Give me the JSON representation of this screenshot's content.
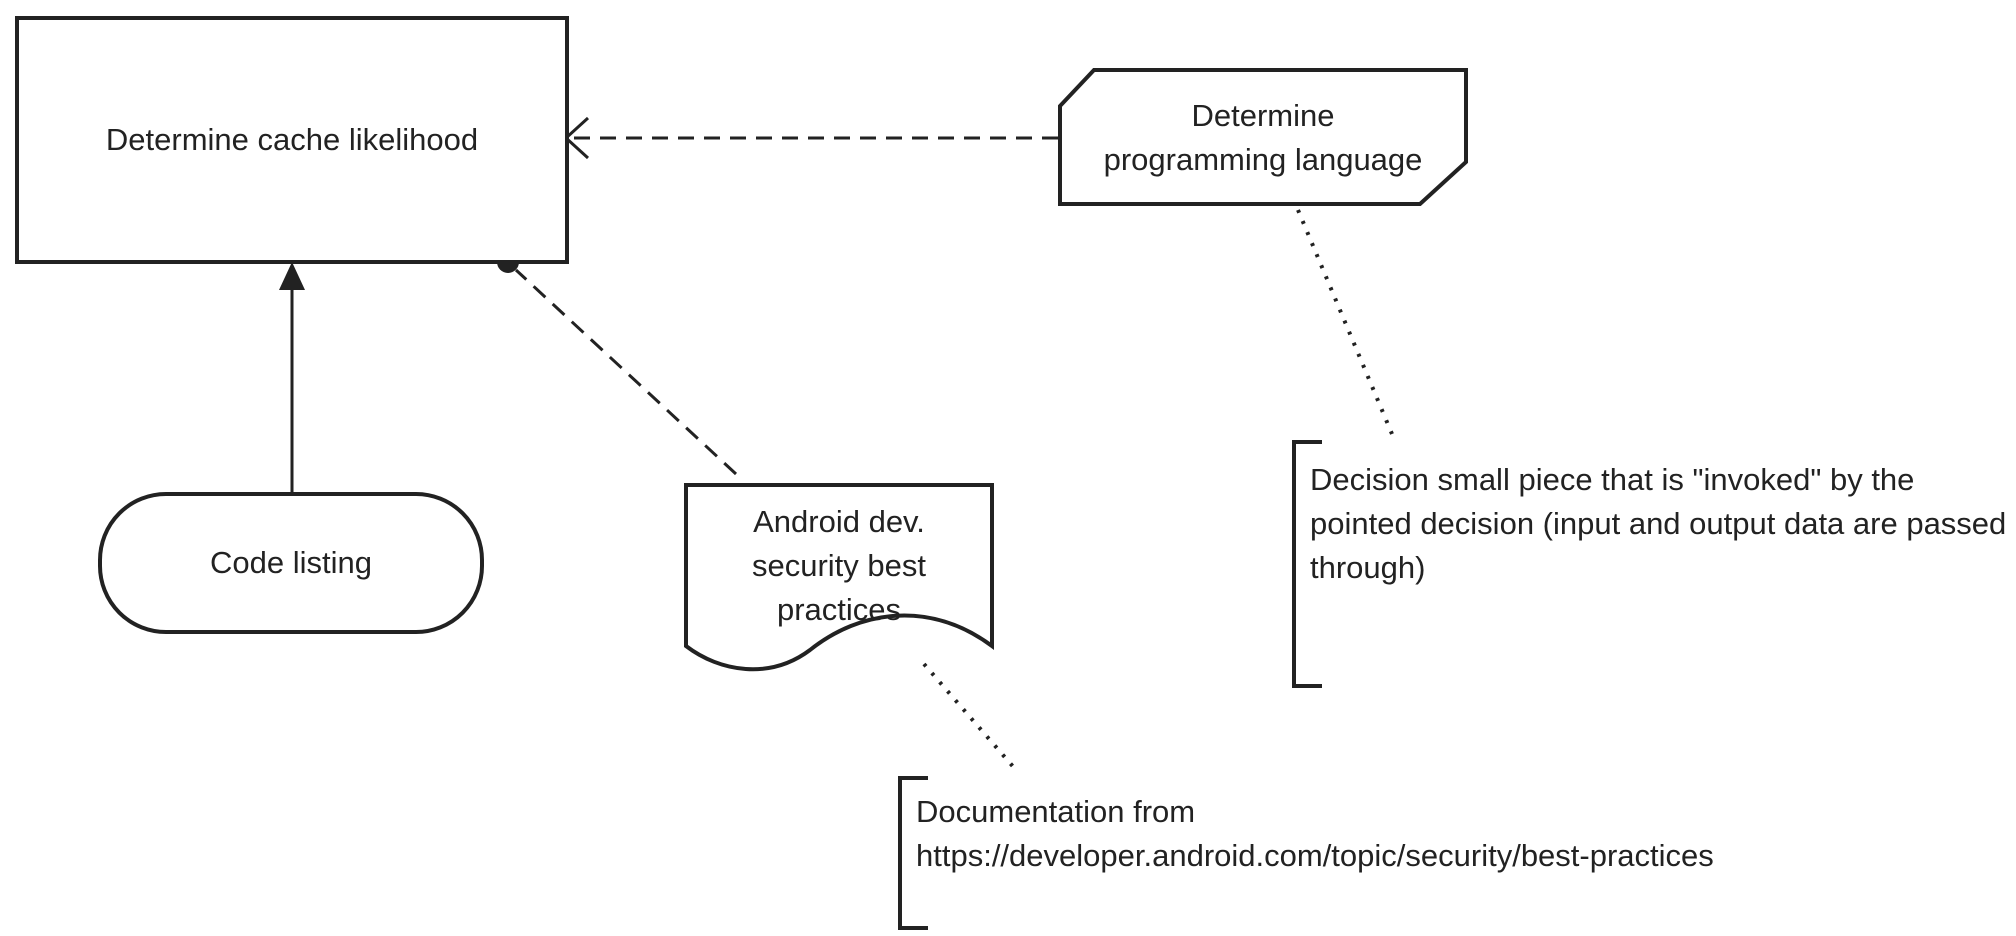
{
  "diagram": {
    "nodes": {
      "cache_likelihood": {
        "label": "Determine cache likelihood",
        "shape": "decision-rectangle"
      },
      "programming_language": {
        "label": "Determine\nprogramming language",
        "shape": "decision-service"
      },
      "code_listing": {
        "label": "Code listing",
        "shape": "input-data"
      },
      "android_best_practices": {
        "label": "Android dev.\nsecurity best\npractices",
        "shape": "knowledge-source"
      }
    },
    "annotations": {
      "decision_note": {
        "text": "Decision small piece that is \"invoked\" by the pointed decision (input and output data are passed through)"
      },
      "documentation_note": {
        "text": "Documentation from https://developer.android.com/topic/security/best-practices"
      }
    },
    "edges": [
      {
        "from": "programming_language",
        "to": "cache_likelihood",
        "type": "information-requirement-dashed-open-arrow"
      },
      {
        "from": "code_listing",
        "to": "cache_likelihood",
        "type": "information-requirement-solid-arrow"
      },
      {
        "from": "android_best_practices",
        "to": "cache_likelihood",
        "type": "knowledge-requirement-dashed-dot"
      },
      {
        "from": "programming_language",
        "to": "decision_note",
        "type": "association-dotted"
      },
      {
        "from": "android_best_practices",
        "to": "documentation_note",
        "type": "association-dotted"
      }
    ],
    "colors": {
      "stroke": "#222222",
      "fill": "#ffffff",
      "text": "#222222"
    }
  }
}
